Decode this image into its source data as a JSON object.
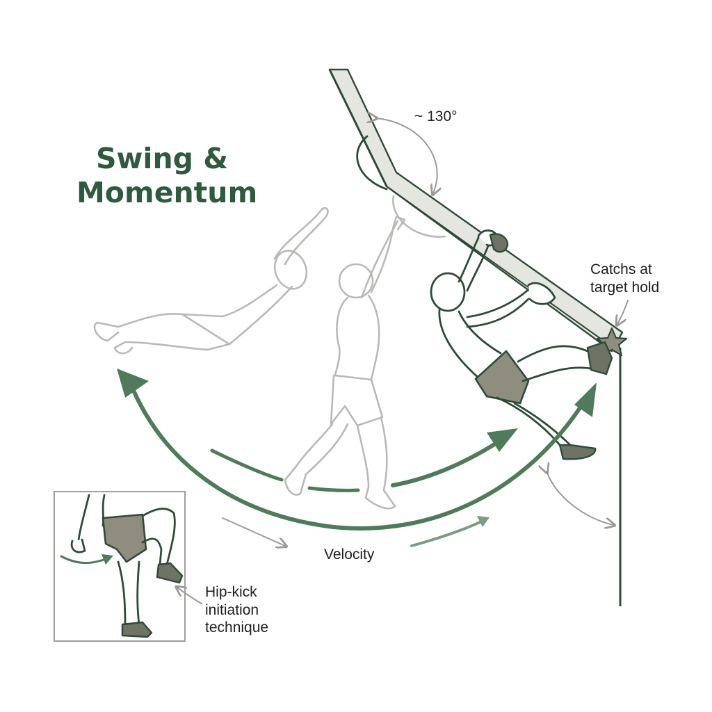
{
  "title": {
    "line1": "Swing &",
    "line2": "Momentum"
  },
  "labels": {
    "angle": "~ 130°",
    "catch_line1": "Catchs at",
    "catch_line2": "target hold",
    "velocity": "Velocity",
    "inset_line1": "Hip-kick",
    "inset_line2": "initiation",
    "inset_line3": "technique"
  },
  "colors": {
    "accent_green": "#4f7a5c",
    "title_green": "#2f5a3f",
    "ink": "#2f4a38",
    "ghost_gray": "#b9b9b6",
    "shorts": "#8f8d80",
    "wall": "#e6e6e1"
  },
  "icons": [
    "target-star-icon",
    "curved-arrow-icon"
  ]
}
